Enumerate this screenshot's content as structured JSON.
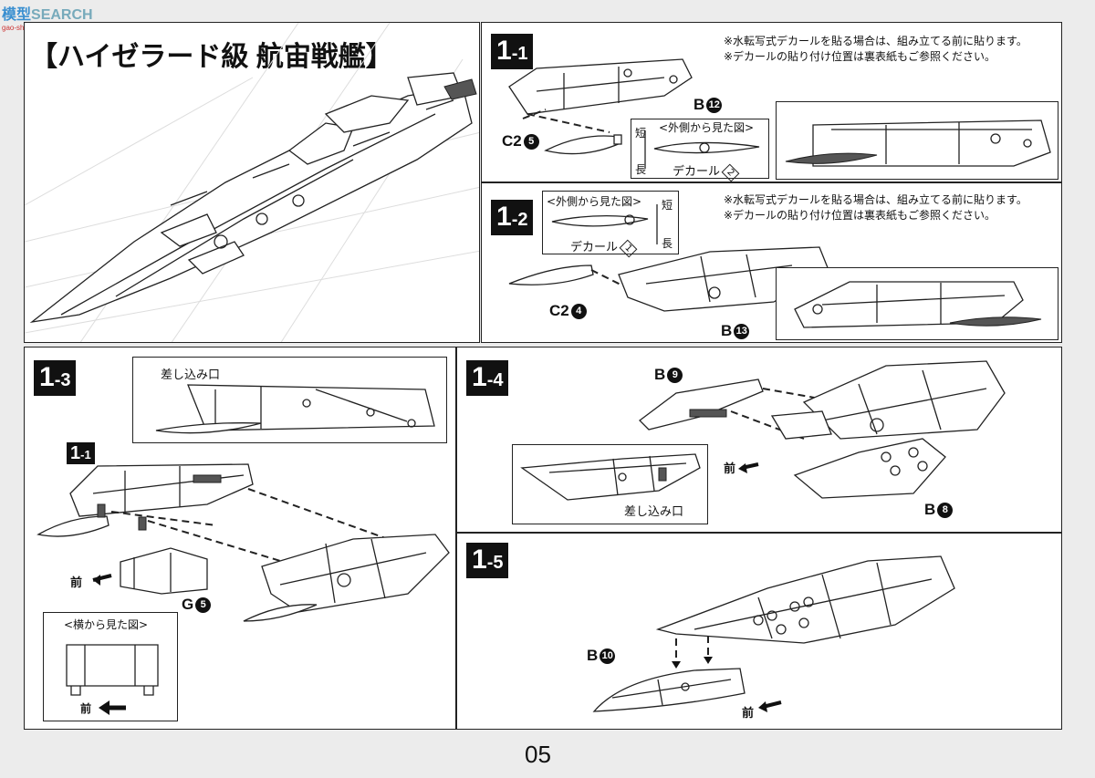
{
  "watermark": {
    "brand": "模型",
    "site": "SEARCH",
    "url": "gao-shou.com"
  },
  "title": "【ハイゼラード級 航宙戦艦】",
  "decal_notes": [
    "※水転写式デカールを貼る場合は、組み立てる前に貼ります。",
    "※デカールの貼り付け位置は裏表紙もご参照ください。"
  ],
  "steps": {
    "s1_1": {
      "major": "1",
      "minor": "-1",
      "part_b": "B",
      "part_b_num": "12",
      "part_c": "C2",
      "part_c_num": "5",
      "inset_title": "<外側から見た図>",
      "inset_short": "短",
      "inset_long": "長",
      "inset_decal": "デカール",
      "inset_decal_num": "2"
    },
    "s1_2": {
      "major": "1",
      "minor": "-2",
      "part_b": "B",
      "part_b_num": "13",
      "part_c": "C2",
      "part_c_num": "4",
      "inset_title": "<外側から見た図>",
      "inset_short": "短",
      "inset_long": "長",
      "inset_decal": "デカール",
      "inset_decal_num": "1"
    },
    "s1_3": {
      "major": "1",
      "minor": "-3",
      "insert_label": "差し込み口",
      "ref_major": "1",
      "ref_minor": "-1",
      "part_g": "G",
      "part_g_num": "5",
      "front": "前",
      "side_view": "<横から見た図>"
    },
    "s1_4": {
      "major": "1",
      "minor": "-4",
      "part_b9": "B",
      "part_b9_num": "9",
      "part_b8": "B",
      "part_b8_num": "8",
      "front": "前",
      "insert_label": "差し込み口"
    },
    "s1_5": {
      "major": "1",
      "minor": "-5",
      "part_b10": "B",
      "part_b10_num": "10",
      "front": "前"
    }
  },
  "page_number": "05"
}
